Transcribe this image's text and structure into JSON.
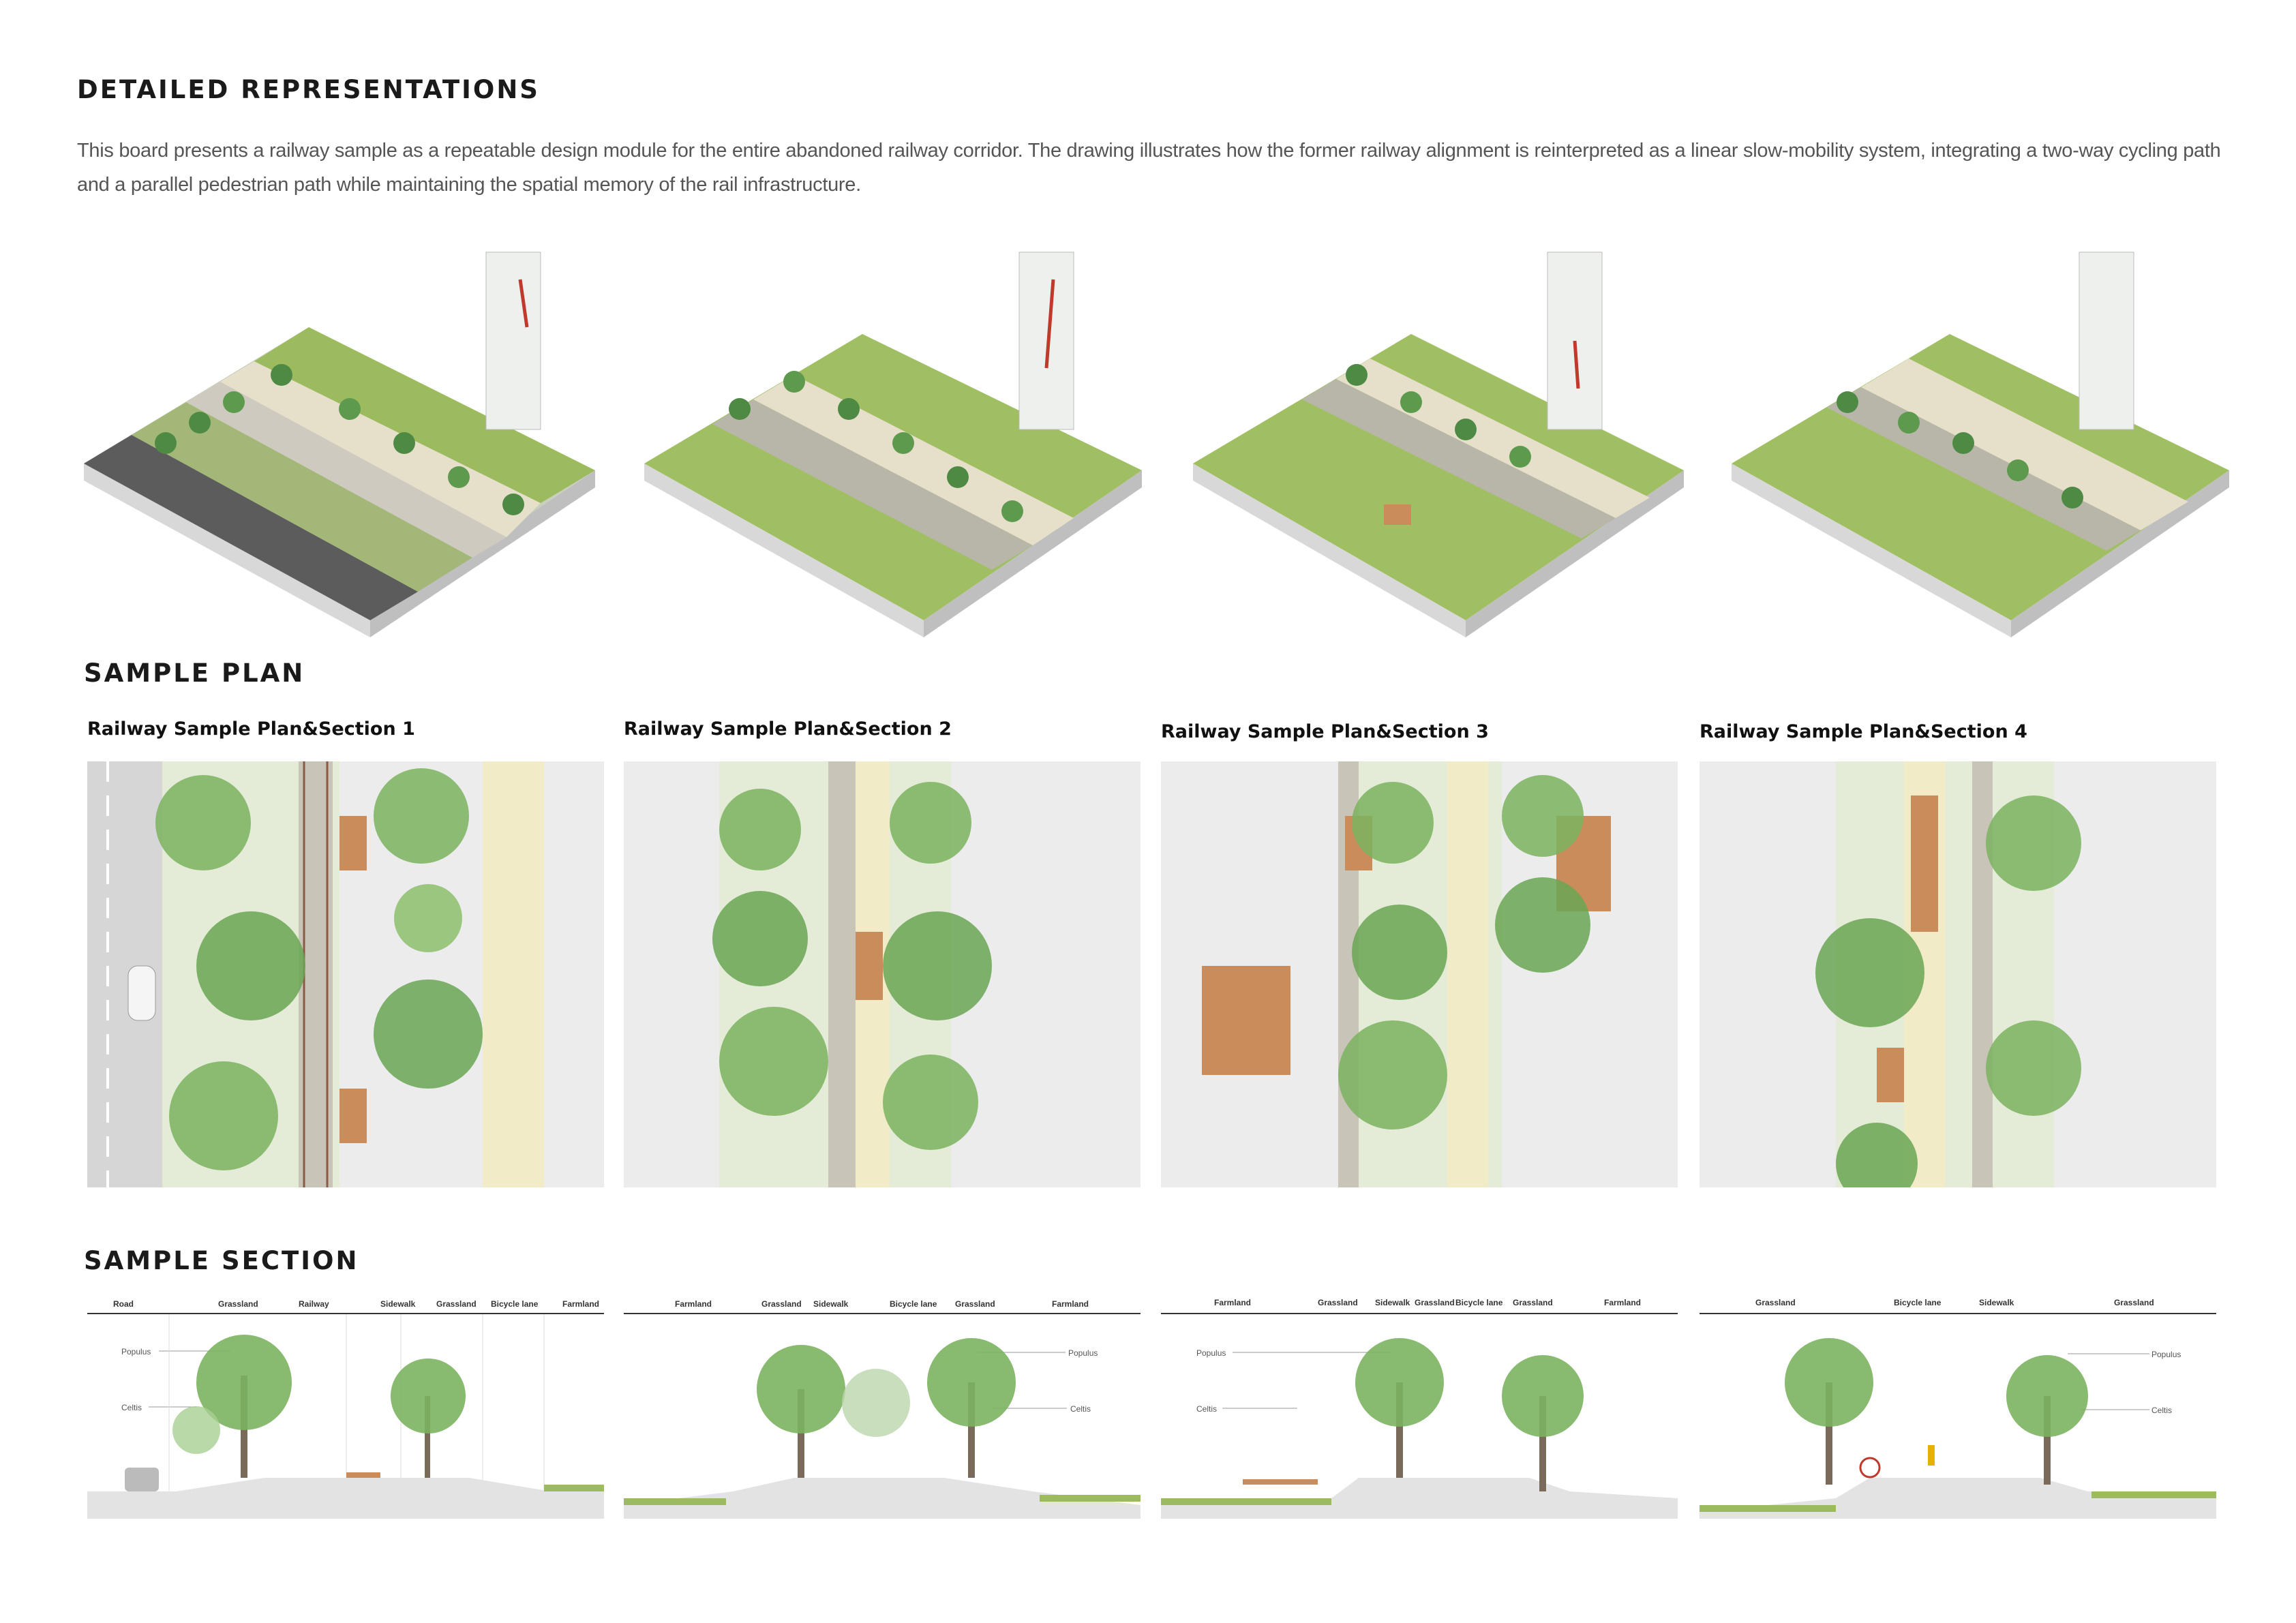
{
  "header": {
    "title": "DETAILED REPRESENTATIONS",
    "intro_line1": "This board presents a railway sample as a repeatable design module for the entire abandoned railway corridor. The drawing illustrates how the former railway alignment is reinterpreted as a linear slow-mobility system, integrating a two-way cycling path",
    "intro_line2": "and a parallel pedestrian path while maintaining the spatial memory of the rail infrastructure."
  },
  "plan": {
    "heading": "SAMPLE PLAN",
    "captions": [
      "Railway Sample Plan&Section 1",
      "Railway Sample Plan&Section 2",
      "Railway Sample Plan&Section 3",
      "Railway Sample Plan&Section 4"
    ]
  },
  "section": {
    "heading": "SAMPLE SECTION",
    "panels": [
      {
        "labels": [
          "Road",
          "Grassland",
          "Railway",
          "Sidewalk",
          "Grassland",
          "Bicycle lane",
          "Farmland"
        ],
        "plants": [
          "Populus",
          "Celtis"
        ]
      },
      {
        "labels": [
          "Farmland",
          "Grassland",
          "Sidewalk",
          "Bicycle lane",
          "Grassland",
          "Farmland"
        ],
        "plants": [
          "Populus",
          "Celtis"
        ]
      },
      {
        "labels": [
          "Farmland",
          "Grassland",
          "Sidewalk",
          "Grassland",
          "Bicycle lane",
          "Grassland",
          "Farmland"
        ],
        "plants": [
          "Populus",
          "Celtis"
        ]
      },
      {
        "labels": [
          "Grassland",
          "Bicycle lane",
          "Sidewalk",
          "Grassland"
        ],
        "plants": [
          "Populus",
          "Celtis"
        ]
      }
    ]
  },
  "colors": {
    "grass": "#8fb35a",
    "tree": "#5f9a4c",
    "soil": "#cfcfcf",
    "path": "#e9e2c6",
    "road": "#555555",
    "wood": "#c98c5a",
    "highlight": "#c0392b"
  }
}
